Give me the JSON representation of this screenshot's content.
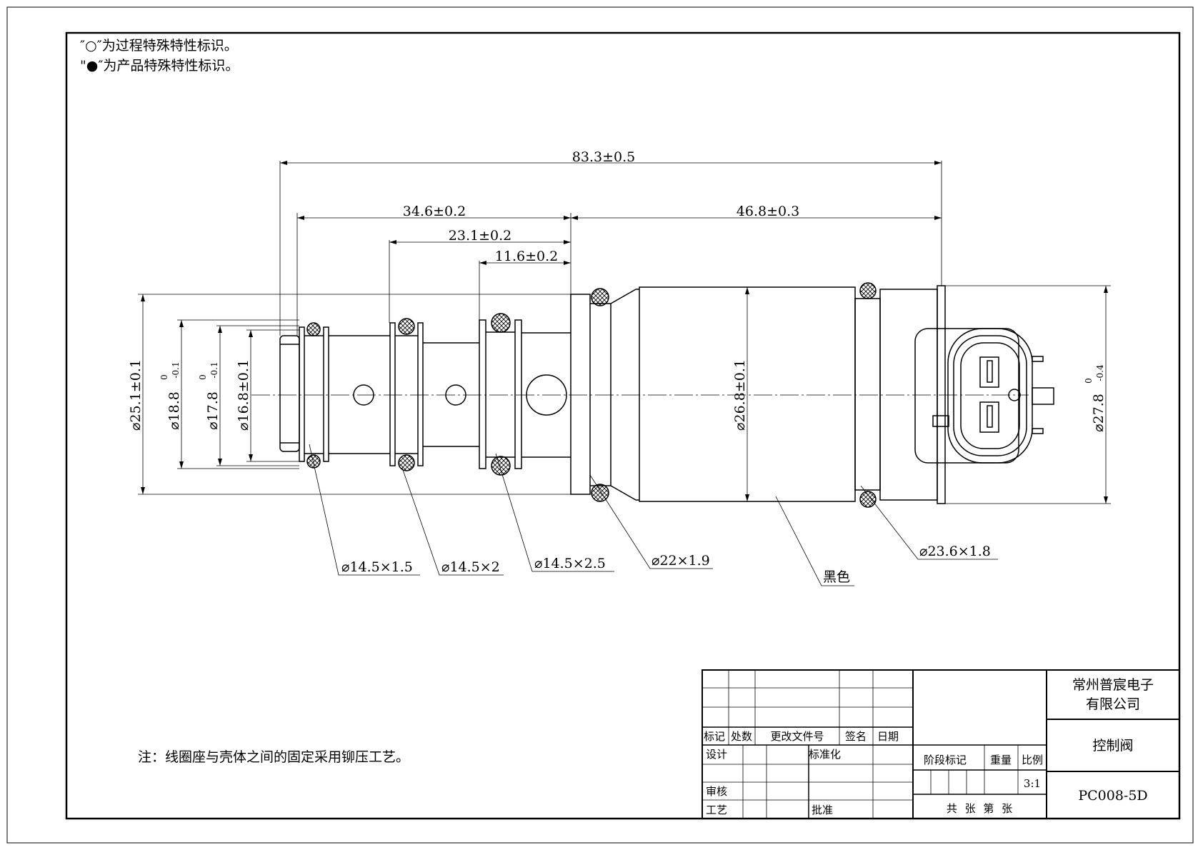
{
  "notes": {
    "process_mark": "″○″为过程特殊特性标识。",
    "product_mark": "\"●″为产品特殊特性标识。",
    "bottom_note": "注：线圈座与壳体之间的固定采用铆压工艺。"
  },
  "dimensions": {
    "overall_length": "83.3±0.5",
    "length_a": "34.6±0.2",
    "length_b": "23.1±0.2",
    "length_c": "11.6±0.2",
    "length_d": "46.8±0.3",
    "dia_25_1": "⌀25.1±0.1",
    "dia_18_8": "⌀18.8",
    "dia_18_8_tol_upper": "0",
    "dia_18_8_tol_lower": "-0.1",
    "dia_17_8": "⌀17.8",
    "dia_17_8_tol_upper": "0",
    "dia_17_8_tol_lower": "-0.1",
    "dia_16_8": "⌀16.8±0.1",
    "dia_26_8": "⌀26.8±0.1",
    "dia_27_8": "⌀27.8",
    "dia_27_8_tol_upper": "0",
    "dia_27_8_tol_lower": "-0.4"
  },
  "callouts": {
    "oring_1": "⌀14.5×1.5",
    "oring_2": "⌀14.5×2",
    "oring_3": "⌀14.5×2.5",
    "oring_4": "⌀22×1.9",
    "oring_5": "⌀23.6×1.8",
    "color": "黑色"
  },
  "title_block": {
    "headers": {
      "mark": "标记",
      "count": "处数",
      "change_doc": "更改文件号",
      "signature": "签名",
      "date": "日期"
    },
    "roles": {
      "design": "设计",
      "standardize": "标准化",
      "review": "审核",
      "process": "工艺",
      "approve": "批准"
    },
    "stage": "阶段标记",
    "weight": "重量",
    "scale_label": "比例",
    "scale_value": "3:1",
    "sheets": "共  张 第  张",
    "company_line1": "常州普宸电子",
    "company_line2": "有限公司",
    "part_name": "控制阀",
    "drawing_number": "PC008-5D"
  }
}
